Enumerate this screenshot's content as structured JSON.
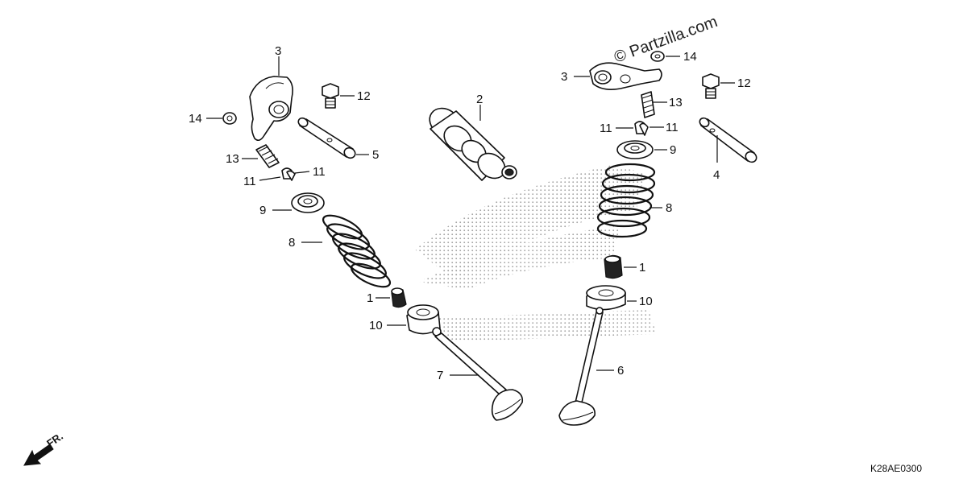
{
  "watermark": "© Partzilla.com",
  "drawing_code": "K28AE0300",
  "front_indicator": "FR.",
  "callouts": {
    "left_rocker_arm": "3",
    "left_nut": "14",
    "left_adjuster": "13",
    "left_cotter_a": "11",
    "left_cotter_b": "11",
    "left_bolt": "12",
    "left_shaft": "5",
    "camshaft": "2",
    "left_retainer": "9",
    "left_spring": "8",
    "left_seal": "1",
    "left_seat": "10",
    "left_valve": "7",
    "right_rocker_arm": "3",
    "right_nut": "14",
    "right_bolt": "12",
    "right_adjuster": "13",
    "right_cotter_a": "11",
    "right_cotter_b": "11",
    "right_retainer": "9",
    "right_shaft": "4",
    "right_spring": "8",
    "right_seal": "1",
    "right_seat": "10",
    "right_valve": "6"
  }
}
